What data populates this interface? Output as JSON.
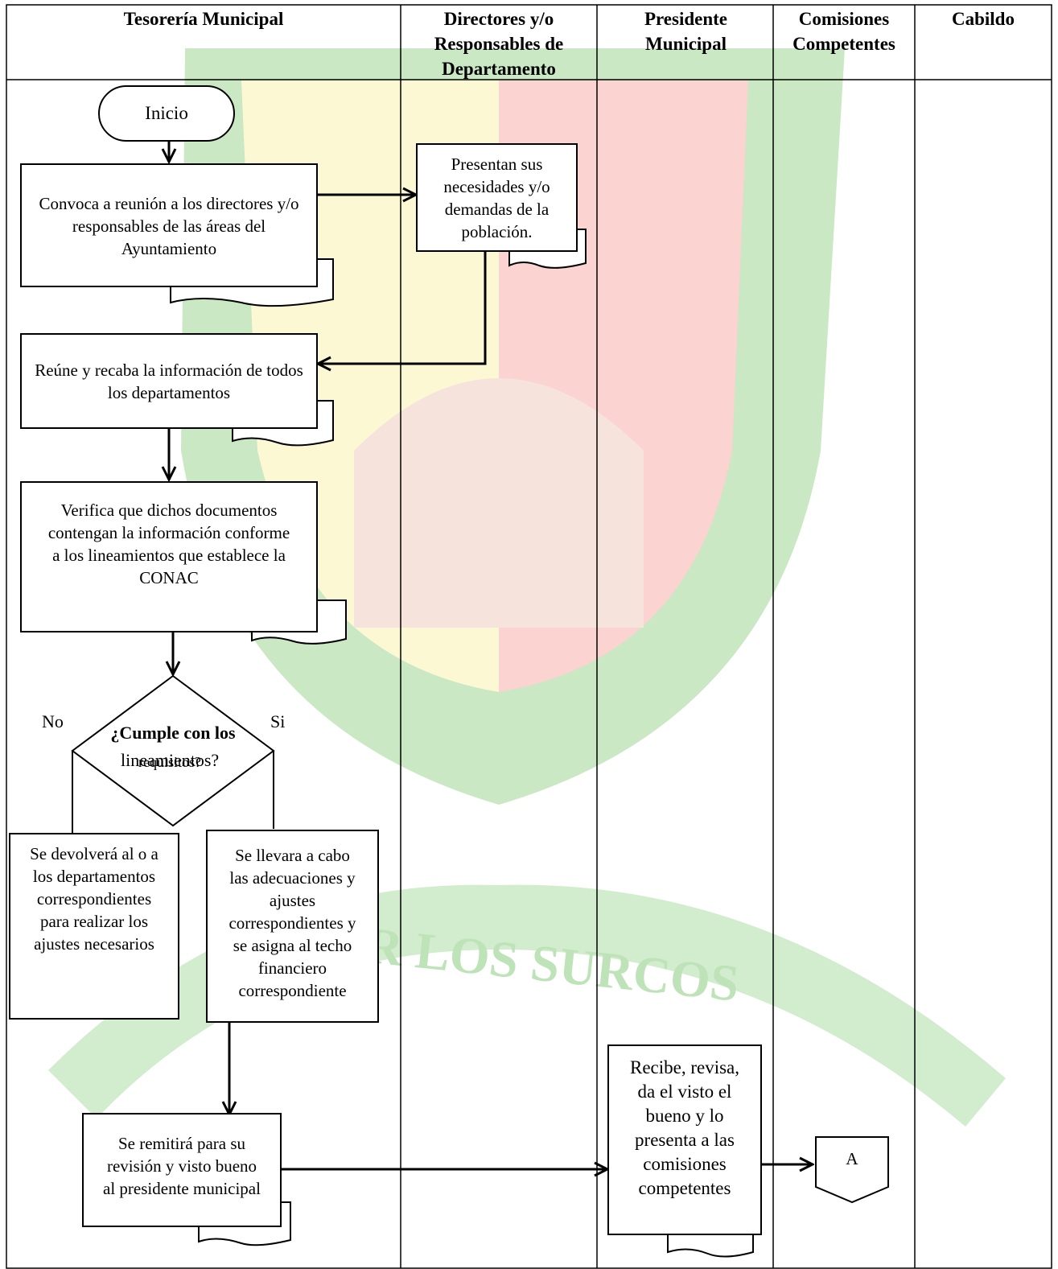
{
  "lanes": {
    "tesoreria": "Tesorería Municipal",
    "directores": "Directores y/o Responsables de Departamento",
    "presidente": "Presidente Municipal",
    "comisiones": "Comisiones Competentes",
    "cabildo": "Cabildo"
  },
  "nodes": {
    "inicio": "Inicio",
    "convoca": "Convoca a reunión a los directores y/o responsables de las áreas del Ayuntamiento",
    "presentan": "Presentan sus necesidades y/o demandas de la población.",
    "reune": "Reúne y recaba la información de todos los departamentos",
    "verifica": "Verifica que dichos documentos contengan la información conforme a los lineamientos que establece la CONAC",
    "decision_bold": "¿Cumple con los",
    "decision_overlap_a": "lineamientos?",
    "decision_overlap_b": "requisitos?",
    "no": "No",
    "si": "Si",
    "devolvera": "Se devolverá al o a los departamentos correspondientes para realizar los ajustes necesarios",
    "llevara": "Se llevara a cabo las adecuaciones y ajustes correspondientes y se asigna al techo financiero correspondiente",
    "remitira": "Se remitirá para su revisión y visto bueno al presidente municipal",
    "recibe": "Recibe, revisa, da el visto el bueno y lo presenta a las comisiones competentes",
    "connector": "A"
  },
  "watermark": {
    "motto": "POR LOS SURCOS",
    "colors": {
      "green": "#b9dfb4",
      "yellow": "#fbf6c8",
      "red": "#f7c4c4"
    }
  }
}
